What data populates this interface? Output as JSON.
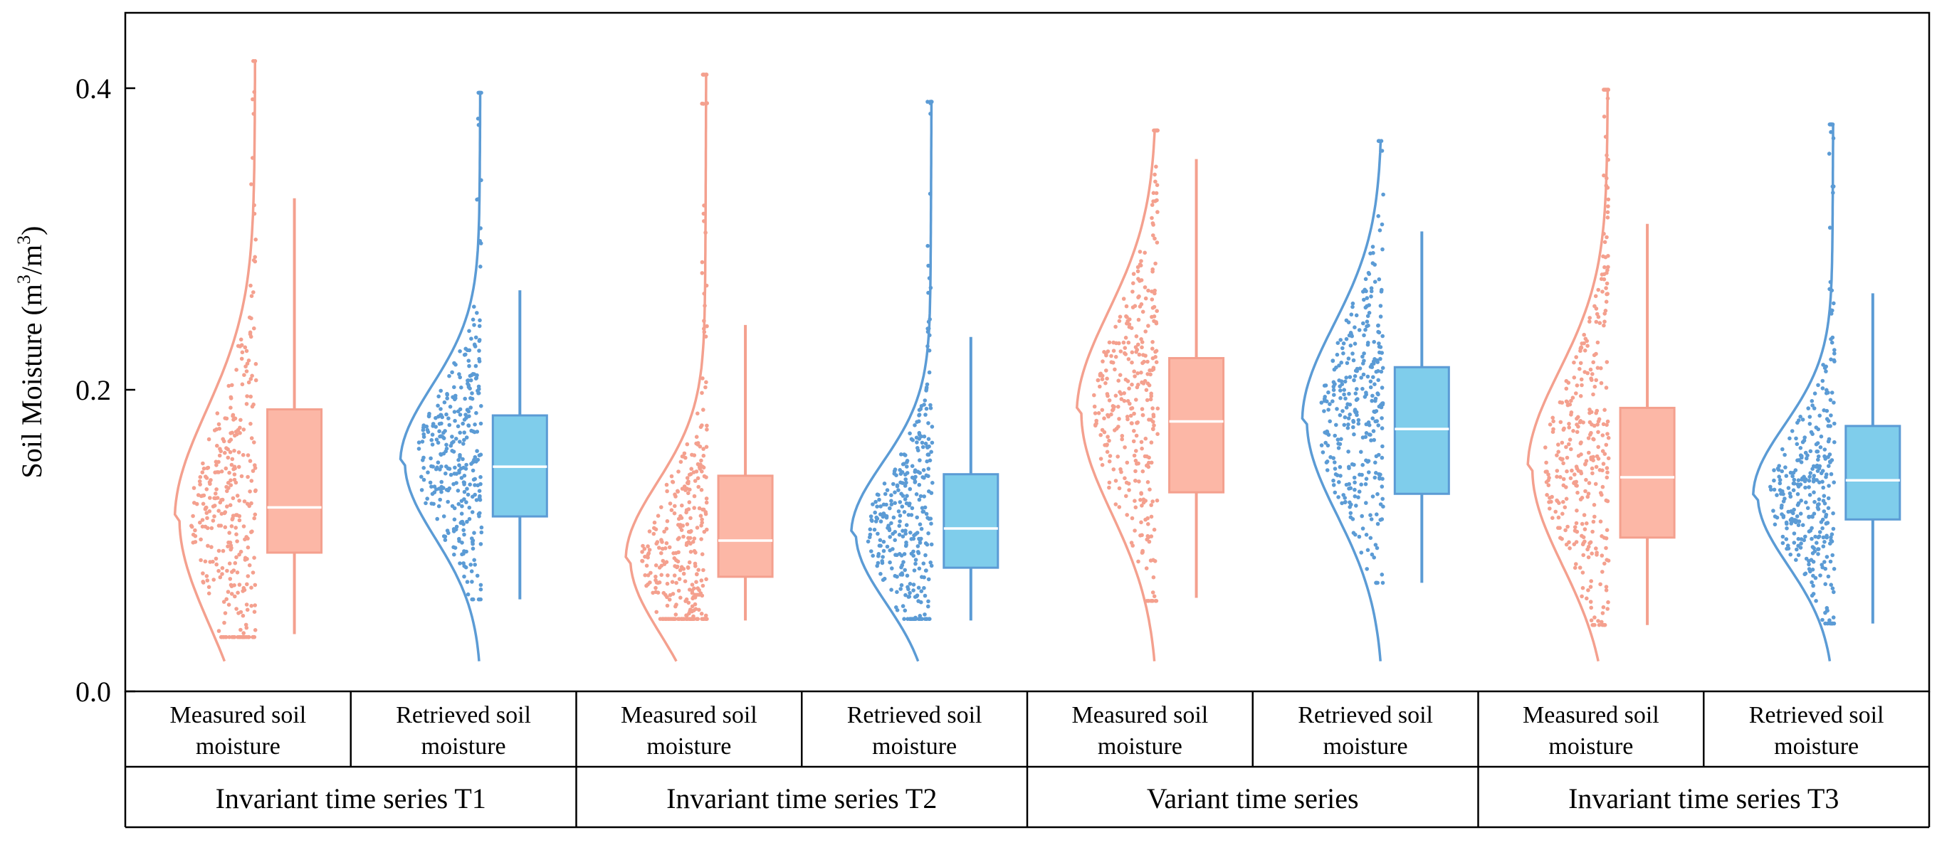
{
  "chart_data": {
    "type": "box",
    "subtype": "raincloud (half-violin density curve + jittered points + box plot)",
    "ylabel": "Soil Moisture (m³/m³)",
    "ylabel_parts": {
      "pre": "Soil Moisture (m",
      "sup1": "3",
      "mid": "/m",
      "sup2": "3",
      "post": ")"
    },
    "ylim": [
      0.0,
      0.45
    ],
    "yticks": [
      0.0,
      0.2,
      0.4
    ],
    "ytick_labels": [
      "0.0",
      "0.2",
      "0.4"
    ],
    "grid": false,
    "colors": {
      "measured": "#F4A08E",
      "measured_box_fill": "#FCB7A6",
      "retrieved": "#5B9BD5",
      "retrieved_box_fill": "#7FCDEB",
      "median_line": "#FFFFFF"
    },
    "groups": [
      {
        "label": "Invariant time series T1",
        "items": [
          {
            "category": "Measured soil moisture",
            "cat_line1": "Measured soil",
            "cat_line2": "moisture",
            "kind": "measured",
            "whisker_low": 0.038,
            "q1": 0.092,
            "median": 0.122,
            "q3": 0.187,
            "whisker_high": 0.327,
            "point_min": 0.036,
            "point_max": 0.418,
            "density_peak": 0.115
          },
          {
            "category": "Retrieved soil moisture",
            "cat_line1": "Retrieved soil",
            "cat_line2": "moisture",
            "kind": "retrieved",
            "whisker_low": 0.061,
            "q1": 0.116,
            "median": 0.149,
            "q3": 0.183,
            "whisker_high": 0.266,
            "point_min": 0.061,
            "point_max": 0.397,
            "density_peak": 0.152
          }
        ]
      },
      {
        "label": "Invariant time series T2",
        "items": [
          {
            "category": "Measured soil moisture",
            "cat_line1": "Measured soil",
            "cat_line2": "moisture",
            "kind": "measured",
            "whisker_low": 0.047,
            "q1": 0.076,
            "median": 0.1,
            "q3": 0.143,
            "whisker_high": 0.243,
            "point_min": 0.048,
            "point_max": 0.409,
            "density_peak": 0.088
          },
          {
            "category": "Retrieved soil moisture",
            "cat_line1": "Retrieved soil",
            "cat_line2": "moisture",
            "kind": "retrieved",
            "whisker_low": 0.047,
            "q1": 0.082,
            "median": 0.108,
            "q3": 0.144,
            "whisker_high": 0.235,
            "point_min": 0.048,
            "point_max": 0.391,
            "density_peak": 0.105
          }
        ]
      },
      {
        "label": "Variant time series",
        "items": [
          {
            "category": "Measured soil moisture",
            "cat_line1": "Measured soil",
            "cat_line2": "moisture",
            "kind": "measured",
            "whisker_low": 0.062,
            "q1": 0.132,
            "median": 0.179,
            "q3": 0.221,
            "whisker_high": 0.353,
            "point_min": 0.06,
            "point_max": 0.372,
            "density_peak": 0.185
          },
          {
            "category": "Retrieved soil moisture",
            "cat_line1": "Retrieved soil",
            "cat_line2": "moisture",
            "kind": "retrieved",
            "whisker_low": 0.072,
            "q1": 0.131,
            "median": 0.174,
            "q3": 0.215,
            "whisker_high": 0.305,
            "point_min": 0.072,
            "point_max": 0.365,
            "density_peak": 0.18
          }
        ]
      },
      {
        "label": "Invariant time series T3",
        "items": [
          {
            "category": "Measured soil moisture",
            "cat_line1": "Measured soil",
            "cat_line2": "moisture",
            "kind": "measured",
            "whisker_low": 0.044,
            "q1": 0.102,
            "median": 0.142,
            "q3": 0.188,
            "whisker_high": 0.31,
            "point_min": 0.044,
            "point_max": 0.399,
            "density_peak": 0.148
          },
          {
            "category": "Retrieved soil moisture",
            "cat_line1": "Retrieved soil",
            "cat_line2": "moisture",
            "kind": "retrieved",
            "whisker_low": 0.045,
            "q1": 0.114,
            "median": 0.14,
            "q3": 0.176,
            "whisker_high": 0.264,
            "point_min": 0.045,
            "point_max": 0.376,
            "density_peak": 0.13
          }
        ]
      }
    ]
  }
}
